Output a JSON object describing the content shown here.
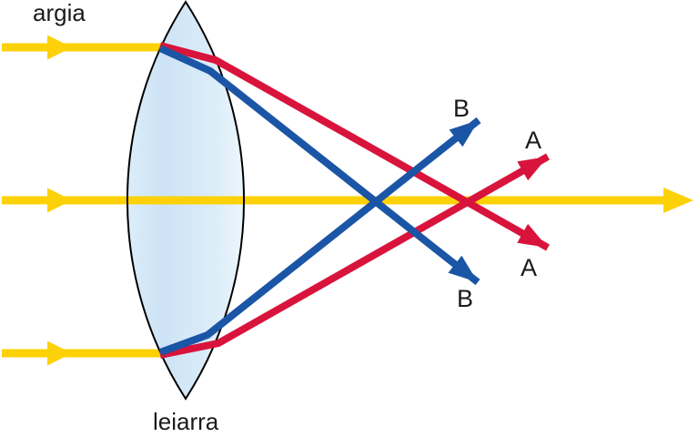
{
  "labels": {
    "light": "argia",
    "lens": "leiarra",
    "ray_a": "A",
    "ray_b": "B"
  },
  "colors": {
    "background": "#ffffff",
    "light_ray_yellow": "#FCD107",
    "ray_a_red": "#D8143C",
    "ray_b_blue": "#1B55A6",
    "lens_fill_left": "#CDE3F5",
    "lens_fill_mid": "#DCEDF9",
    "lens_fill_right": "#EDF6FC",
    "lens_outline": "#000000",
    "text": "#1A1A1A"
  }
}
